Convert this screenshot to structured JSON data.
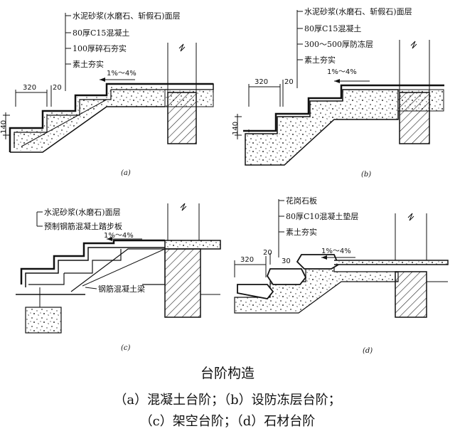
{
  "panels": {
    "a": {
      "label": "(a)",
      "layers": [
        "水泥砂浆(水磨石、斩假石)面层",
        "80厚C15混凝土",
        "100厚碎石夯实",
        "素土夯实"
      ],
      "dims": {
        "tread": "320",
        "gap": "20",
        "riser": "140",
        "slope": "1%～4%"
      }
    },
    "b": {
      "label": "(b)",
      "layers": [
        "水泥砂浆(水磨石、斩假石)面层",
        "80厚C15混凝土",
        "300～500厚防冻层",
        "素土夯实"
      ],
      "dims": {
        "tread": "320",
        "gap": "20",
        "riser": "140",
        "slope": "1%～4%"
      }
    },
    "c": {
      "label": "(c)",
      "layers": [
        "水泥砂浆(水磨石)面层",
        "预制钢筋混凝土踏步板"
      ],
      "beam": "钢筋混凝土梁",
      "dims": {
        "slope": "1%～4%"
      }
    },
    "d": {
      "label": "(d)",
      "layers": [
        "花岗石板",
        "80厚C10混凝土垫层",
        "素土夯实"
      ],
      "dims": {
        "tread": "320",
        "gap": "20",
        "gap2": "30",
        "slope": "1%～4%"
      }
    }
  },
  "caption": {
    "title": "台阶构造",
    "line1": "（a）混凝土台阶；（b）设防冻层台阶；",
    "line2": "（c）架空台阶；（d）石材台阶"
  }
}
